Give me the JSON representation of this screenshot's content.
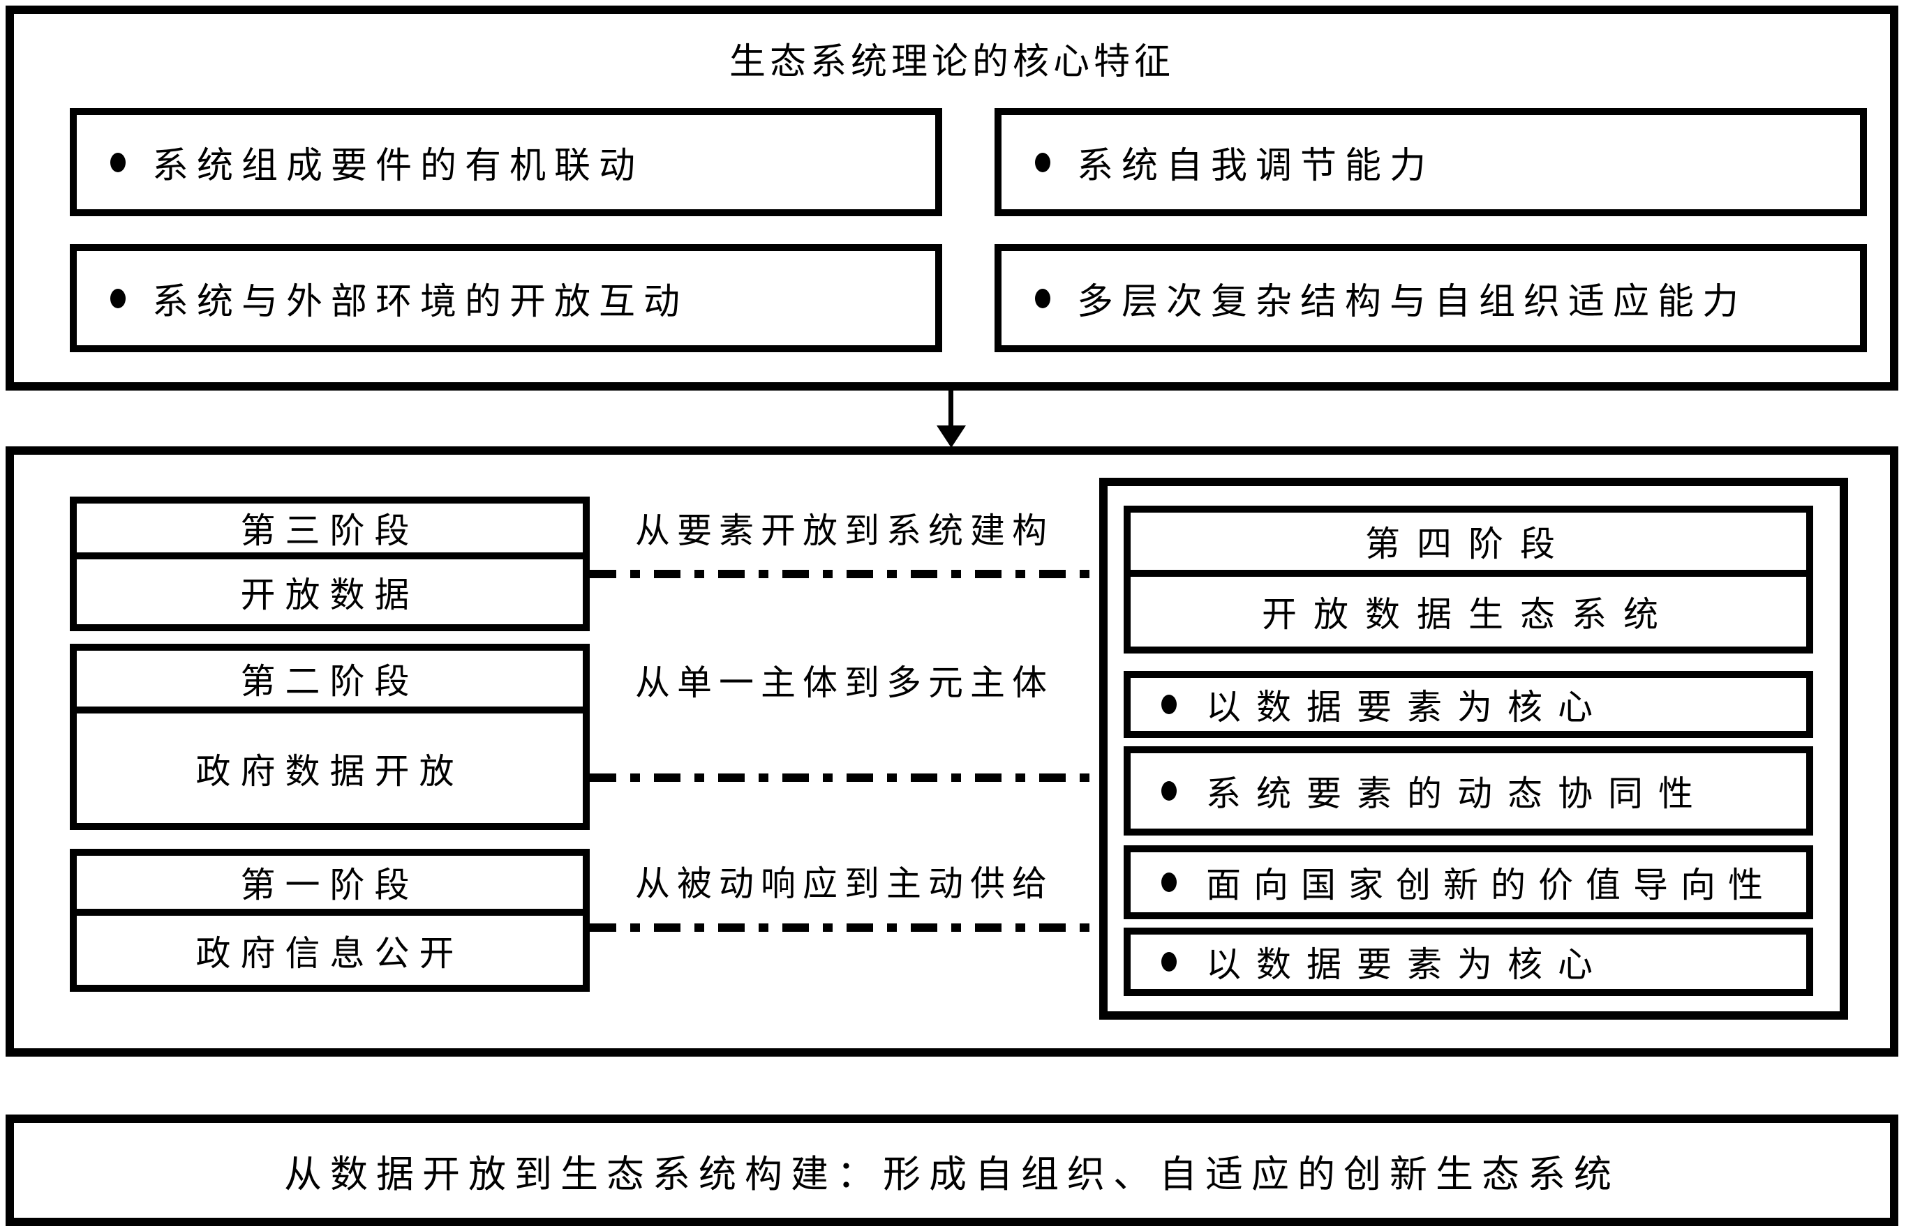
{
  "colors": {
    "ink": "#000000",
    "bg": "#ffffff"
  },
  "top": {
    "title": "生态系统理论的核心特征",
    "items": [
      "系统组成要件的有机联动",
      "系统自我调节能力",
      "系统与外部环境的开放互动",
      "多层次复杂结构与自组织适应能力"
    ]
  },
  "middle": {
    "stages": [
      {
        "label": "第三阶段",
        "content": "开放数据"
      },
      {
        "label": "第二阶段",
        "content": "政府数据开放"
      },
      {
        "label": "第一阶段",
        "content": "政府信息公开"
      }
    ],
    "transitions": [
      "从要素开放到系统建构",
      "从单一主体到多元主体",
      "从被动响应到主动供给"
    ],
    "stage4": {
      "label": "第四阶段",
      "content": "开放数据生态系统",
      "features": [
        "以数据要素为核心",
        "系统要素的动态协同性",
        "面向国家创新的价值导向性",
        "以数据要素为核心"
      ]
    }
  },
  "bottom": {
    "text": "从数据开放到生态系统构建：形成自组织、自适应的创新生态系统"
  }
}
